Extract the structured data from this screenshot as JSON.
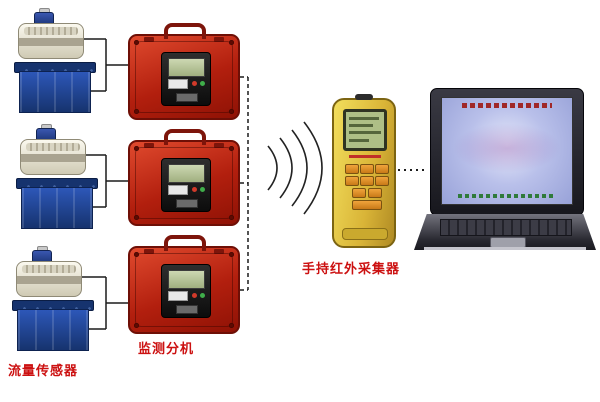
{
  "diagram": {
    "labels": {
      "flow_sensor": "流量传感器",
      "monitor_unit": "监测分机",
      "handheld_collector": "手持红外采集器"
    },
    "colors": {
      "label_red": "#cc1111",
      "case_red": "#b21f0e",
      "sensor_tank_blue": "#16336e",
      "handheld_yellow": "#d9b437",
      "lcd_green": "#aebf86",
      "laptop_screen_blue": "#b9c0ea"
    }
  }
}
